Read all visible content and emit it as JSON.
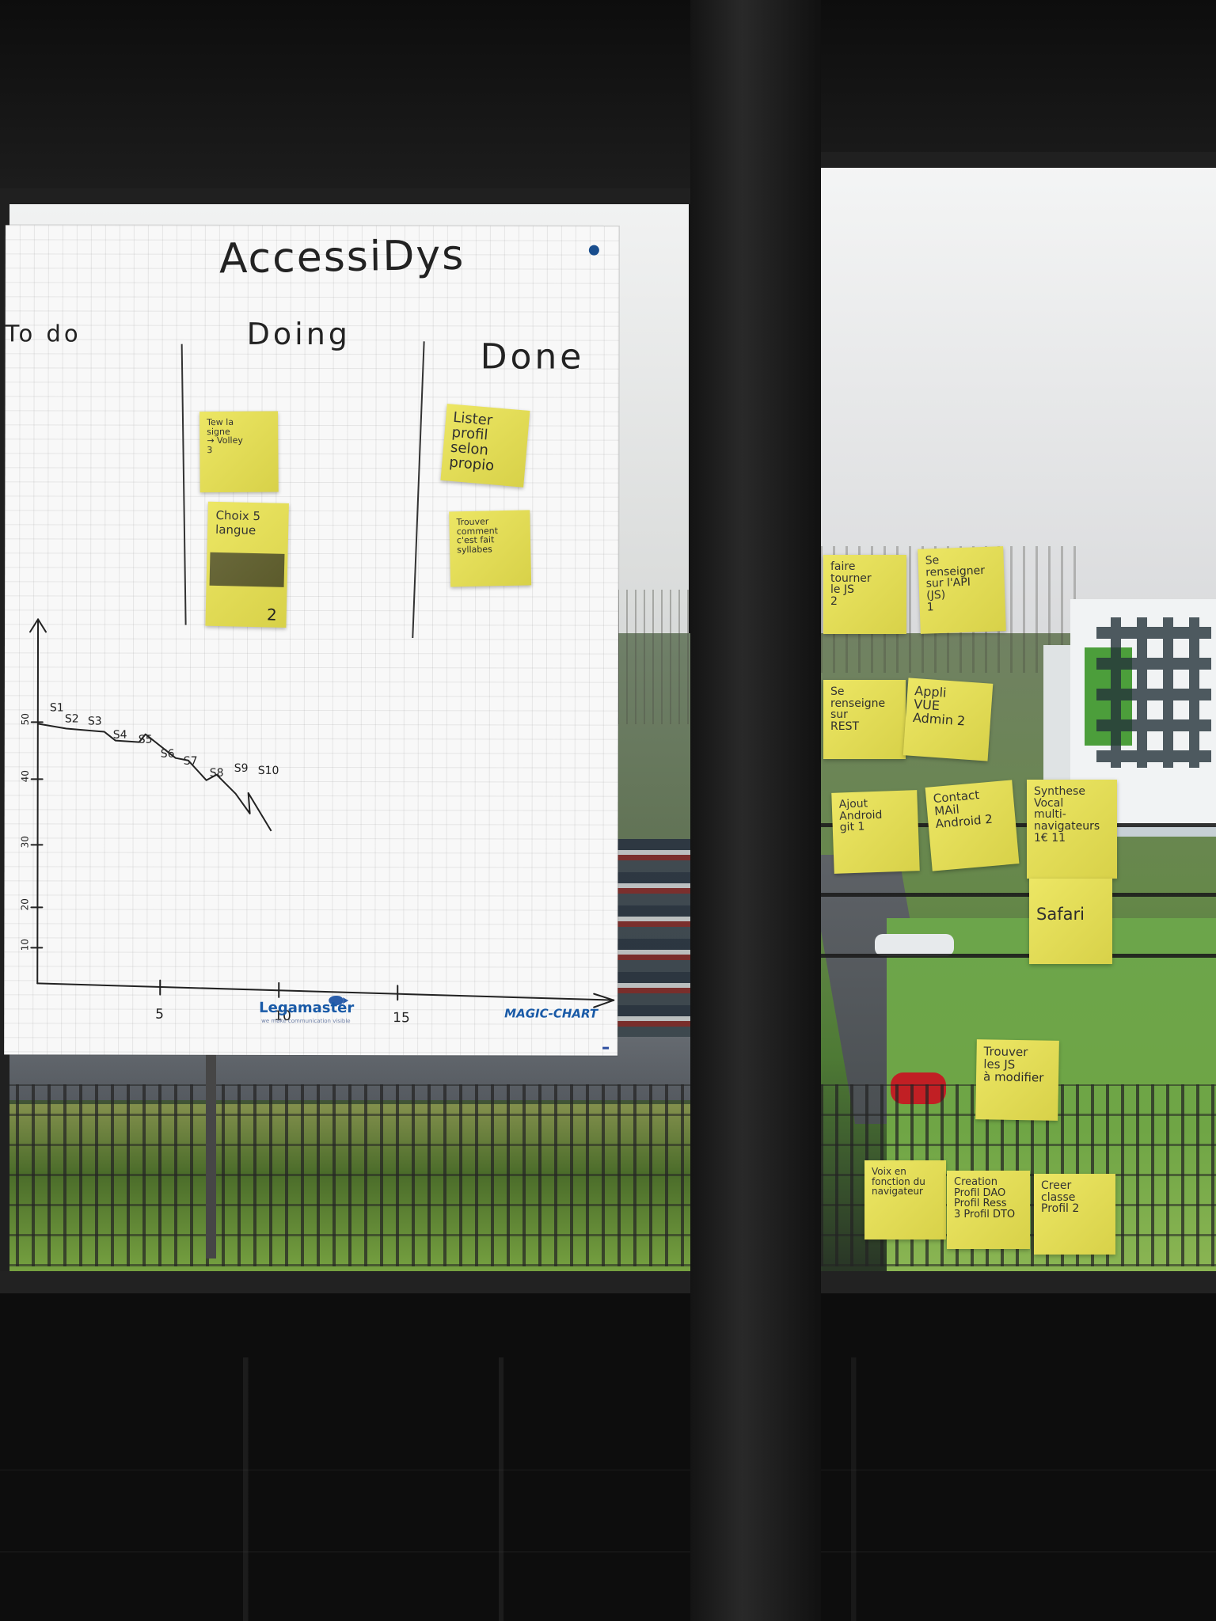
{
  "board": {
    "title": "AccessiDys",
    "brand_left": "Legamaster",
    "brand_left_small": "we make communication visible",
    "brand_right": "MAGIC-CHART"
  },
  "columns": {
    "todo": "To do",
    "doing": "Doing",
    "done": "Done"
  },
  "notes": {
    "doing_1": "Tew la\nsigne\n→ Volley\n3",
    "doing_2_top": "Choix 5\nlangue",
    "doing_2_bottom": "2",
    "done_1": "Lister\nprofil\nselon\npropio",
    "done_2": "Trouver\ncomment\nc'est fait\nsyllabes",
    "right_1": "faire tourner\nle JS\n2",
    "right_2": "Se renseigner\nsur l'API\n(JS)\n1",
    "right_3": "Se renseigne\nsur\nREST",
    "right_4": "Appli\nVUE\nAdmin 2",
    "right_5": "Ajout\nAndroid\ngit 1",
    "right_6": "Contact\nMAil\nAndroid 2",
    "right_7": "Synthese\nVocal\nmulti-navigateurs\n1€ 11",
    "right_8": "Safari",
    "right_9": "Trouver\nles JS\nà modifier",
    "right_10": "Voix en\nfonction du\nnavigateur",
    "right_11": "Creation\nProfil DAO\nProfil Ress\n3 Profil DTO",
    "right_12": "Creer\nclasse\nProfil 2"
  },
  "chart_data": {
    "type": "line",
    "title": "",
    "xlabel": "",
    "ylabel": "",
    "x_ticks": [
      "5",
      "10",
      "15"
    ],
    "y_ticks": [
      "50",
      "40",
      "30",
      "20",
      "10"
    ],
    "points": [
      "S1",
      "S2",
      "S3",
      "S4",
      "S5",
      "S6",
      "S7",
      "S8",
      "S9",
      "S10"
    ]
  }
}
